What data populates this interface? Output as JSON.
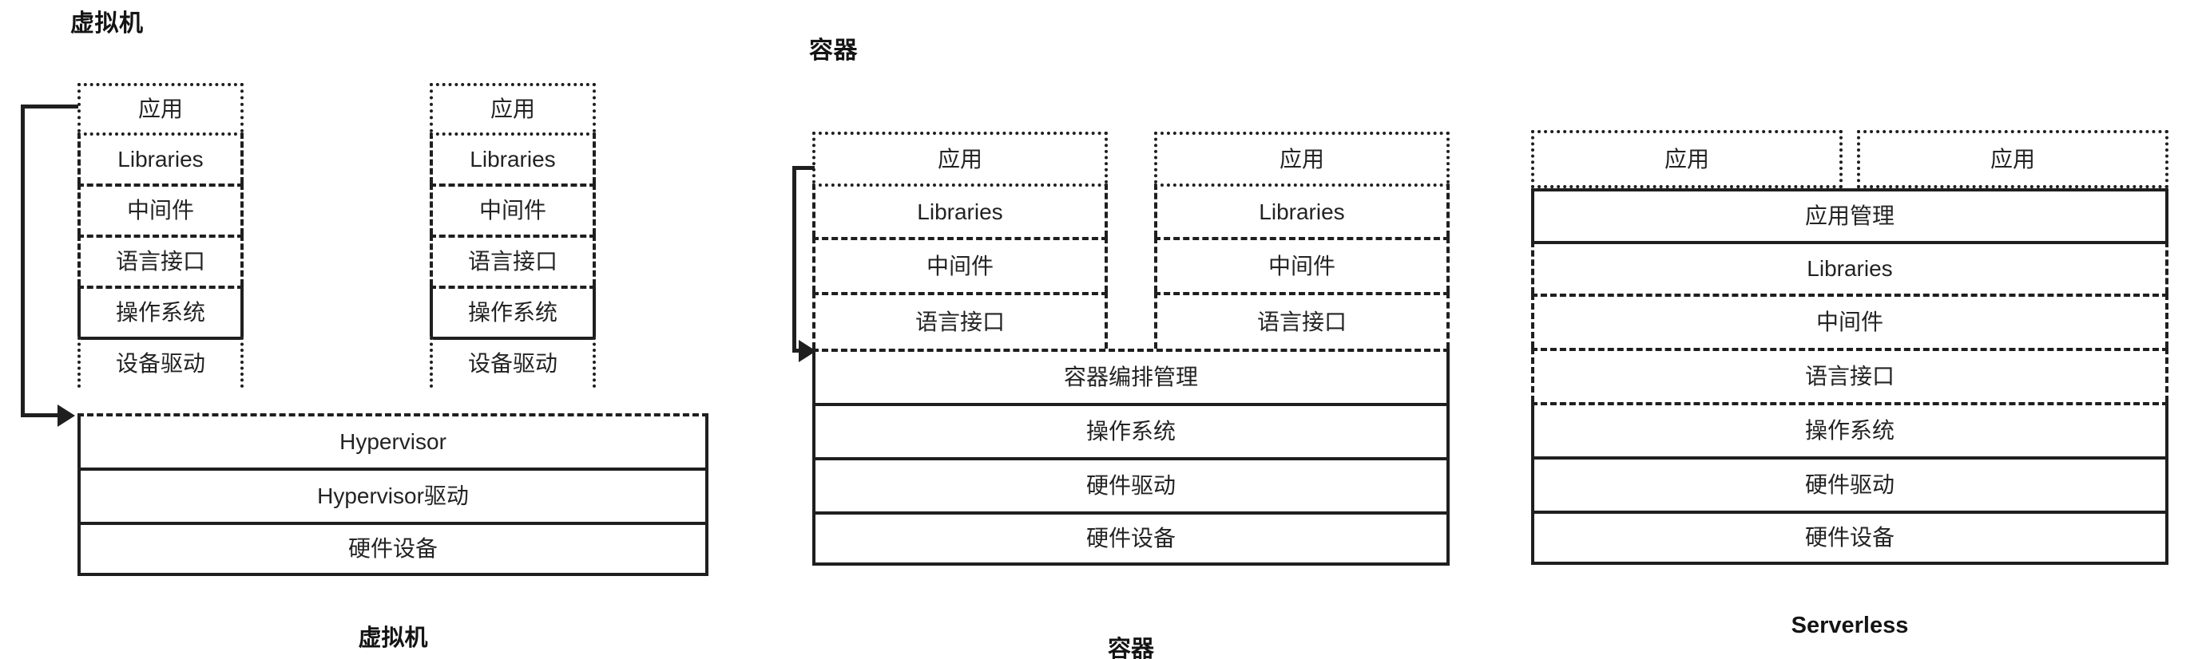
{
  "diagram": {
    "title_vm": "虚拟机",
    "title_container": "容器",
    "footer_vm": "虚拟机",
    "footer_container": "容器",
    "footer_serverless": "Serverless",
    "labels": {
      "app": "应用",
      "libraries": "Libraries",
      "middleware": "中间件",
      "language_interface": "语言接口",
      "operating_system": "操作系统",
      "device_driver": "设备驱动",
      "hypervisor": "Hypervisor",
      "hypervisor_driver": "Hypervisor驱动",
      "hardware_device": "硬件设备",
      "container_orchestration": "容器编排管理",
      "hardware_driver": "硬件驱动",
      "app_management": "应用管理"
    },
    "colors": {
      "stroke": "#1f1f1f",
      "text": "#232323",
      "background": "#ffffff"
    },
    "columns": [
      {
        "id": "vm",
        "heading": "虚拟机",
        "footer": "虚拟机",
        "guests": [
          {
            "id": "vm-guest-1",
            "rows": [
              {
                "label": "应用",
                "border": "dotted"
              },
              {
                "label": "Libraries",
                "border": "dotted"
              },
              {
                "label": "中间件",
                "border": "dashed"
              },
              {
                "label": "语言接口",
                "border": "dashed"
              },
              {
                "label": "操作系统",
                "border": "solid"
              },
              {
                "label": "设备驱动",
                "border": "solid"
              }
            ]
          },
          {
            "id": "vm-guest-2",
            "rows": [
              {
                "label": "应用",
                "border": "dotted"
              },
              {
                "label": "Libraries",
                "border": "dotted"
              },
              {
                "label": "中间件",
                "border": "dashed"
              },
              {
                "label": "语言接口",
                "border": "dashed"
              },
              {
                "label": "操作系统",
                "border": "solid"
              },
              {
                "label": "设备驱动",
                "border": "solid"
              }
            ]
          }
        ],
        "base": [
          {
            "label": "Hypervisor",
            "border": "solid"
          },
          {
            "label": "Hypervisor驱动",
            "border": "solid"
          },
          {
            "label": "硬件设备",
            "border": "solid"
          }
        ]
      },
      {
        "id": "container",
        "heading": "容器",
        "footer": "容器",
        "guests": [
          {
            "id": "container-guest-1",
            "rows": [
              {
                "label": "应用",
                "border": "dotted"
              },
              {
                "label": "Libraries",
                "border": "dashed"
              },
              {
                "label": "中间件",
                "border": "dashed"
              },
              {
                "label": "语言接口",
                "border": "dashed"
              }
            ]
          },
          {
            "id": "container-guest-2",
            "rows": [
              {
                "label": "应用",
                "border": "dotted"
              },
              {
                "label": "Libraries",
                "border": "dashed"
              },
              {
                "label": "中间件",
                "border": "dashed"
              },
              {
                "label": "语言接口",
                "border": "dashed"
              }
            ]
          }
        ],
        "base": [
          {
            "label": "容器编排管理",
            "border": "solid"
          },
          {
            "label": "操作系统",
            "border": "solid"
          },
          {
            "label": "硬件驱动",
            "border": "solid"
          },
          {
            "label": "硬件设备",
            "border": "solid"
          }
        ]
      },
      {
        "id": "serverless",
        "heading": "",
        "footer": "Serverless",
        "guests": [
          {
            "id": "serverless-app-1",
            "rows": [
              {
                "label": "应用",
                "border": "dotted"
              }
            ]
          },
          {
            "id": "serverless-app-2",
            "rows": [
              {
                "label": "应用",
                "border": "dotted"
              }
            ]
          }
        ],
        "base": [
          {
            "label": "应用管理",
            "border": "solid"
          },
          {
            "label": "Libraries",
            "border": "dashed"
          },
          {
            "label": "中间件",
            "border": "dashed"
          },
          {
            "label": "语言接口",
            "border": "dashed"
          },
          {
            "label": "操作系统",
            "border": "solid"
          },
          {
            "label": "硬件驱动",
            "border": "solid"
          },
          {
            "label": "硬件设备",
            "border": "solid"
          }
        ]
      }
    ]
  }
}
